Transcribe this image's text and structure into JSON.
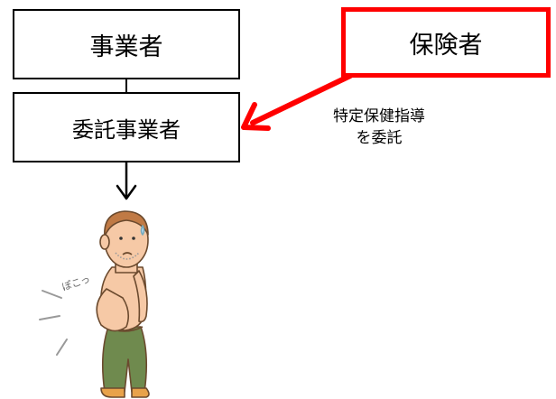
{
  "diagram": {
    "operator_label": "事業者",
    "contractor_label": "委託事業者",
    "insurer_label": "保険者",
    "annotation_line1": "特定保健指導",
    "annotation_line2": "を委託",
    "sound_effect": "ぽこっ"
  },
  "colors": {
    "insurer_border": "#ff0000",
    "arrow_red": "#ff0000",
    "box_border": "#000000",
    "skin": "#f6c9a6",
    "pants": "#6f8a4e"
  },
  "illustration": {
    "icon": "man-with-belly-illustration"
  }
}
